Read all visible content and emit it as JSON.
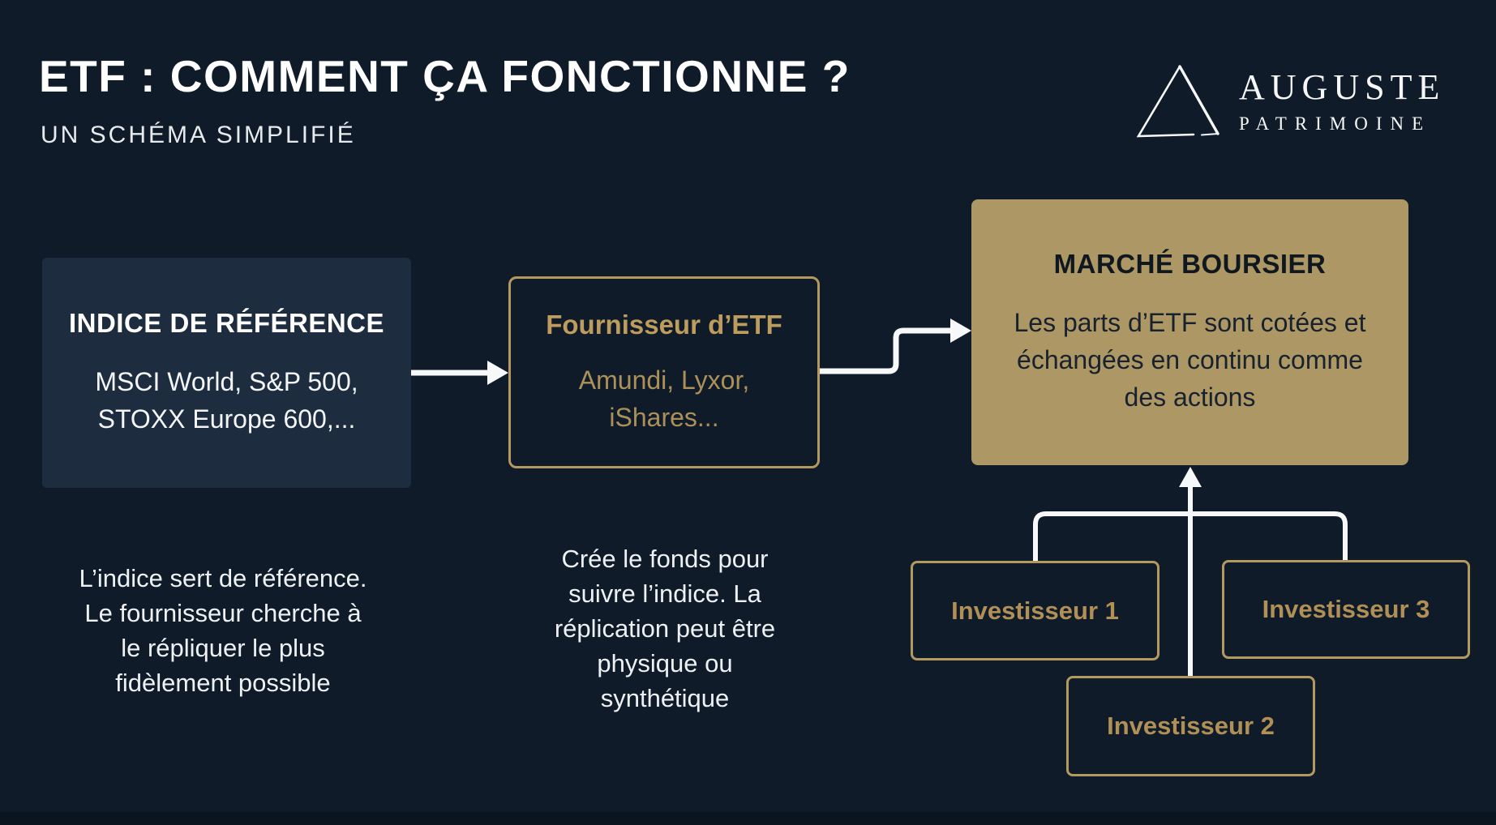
{
  "page": {
    "title": "ETF : COMMENT ÇA FONCTIONNE ?",
    "subtitle": "UN SCHÉMA SIMPLIFIÉ"
  },
  "logo": {
    "brand": "AUGUSTE",
    "brand_sub": "PATRIMOINE",
    "icon": "triangle-logo-icon"
  },
  "colors": {
    "background": "#0f1b28",
    "panel_navy": "#1d2c3e",
    "gold_fill": "#ad9764",
    "gold_border": "#b3985f",
    "gold_text": "#b09056",
    "white": "#ffffff",
    "dark_text_on_gold": "#17222e"
  },
  "diagram": {
    "index_box": {
      "title": "INDICE DE RÉFÉRENCE",
      "body": "MSCI World, S&P 500,\nSTOXX Europe 600,..."
    },
    "provider_box": {
      "title": "Fournisseur d’ETF",
      "body": "Amundi, Lyxor,\niShares..."
    },
    "market_box": {
      "title": "MARCHÉ BOURSIER",
      "body": "Les parts d’ETF sont cotées et\néchangées en continu comme\ndes actions"
    },
    "investors": [
      {
        "label": "Investisseur 1"
      },
      {
        "label": "Investisseur 2"
      },
      {
        "label": "Investisseur 3"
      }
    ],
    "index_note": "L’indice sert de référence.\nLe fournisseur cherche à\nle répliquer le plus\nfidèlement possible",
    "provider_note": "Crée le fonds pour\nsuivre l’indice. La\nréplication peut être\nphysique ou\nsynthétique"
  }
}
